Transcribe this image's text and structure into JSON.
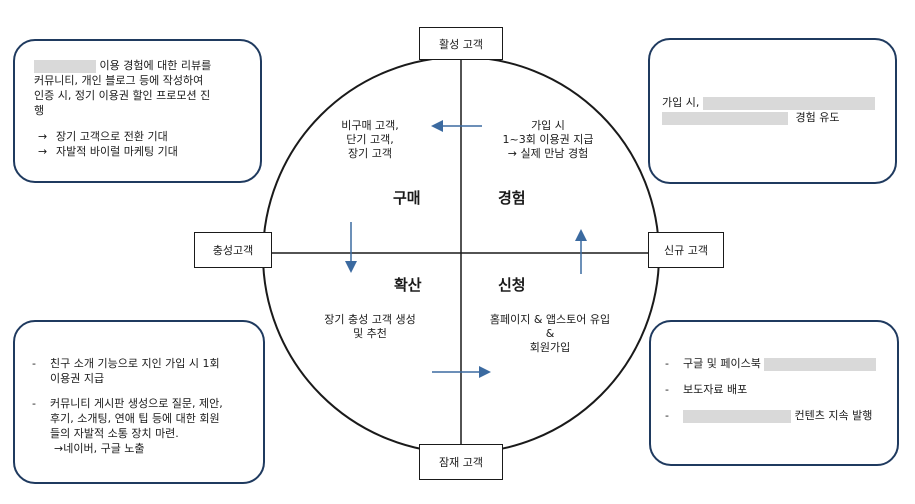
{
  "top_left_box": {
    "line1": "이용 경험에 대한 리뷰를",
    "line2": "커뮤니티, 개인 블로그 등에 작성하여",
    "line3": "인증 시, 정기 이용권 할인 프로모션 진",
    "line4": "행",
    "bullet_marker": "→",
    "bullet1": "장기 고객으로 전환 기대",
    "bullet2": "자발적 바이럴 마케팅 기대"
  },
  "top_right_box": {
    "line1": "가입 시,",
    "line2": "경험 유도"
  },
  "bottom_left_box": {
    "dash": "-",
    "item1_line1": "친구 소개 기능으로 지인 가입 시  1회",
    "item1_line2": "이용권 지급",
    "item2_line1": "커뮤니티 게시판 생성으로 질문, 제안,",
    "item2_line2": "후기, 소개팅, 연애 팁 등에 대한 회원",
    "item2_line3": "들의 자발적 소통 장치 마련.",
    "item2_line4": "→네이버, 구글 노출"
  },
  "bottom_right_box": {
    "dash": "-",
    "item1": "구글 및 페이스북",
    "item2": "보도자료 배포",
    "item3": "컨텐츠 지속 발행"
  },
  "axis_labels": {
    "top": "활성 고객",
    "bottom": "잠재 고객",
    "left": "충성고객",
    "right": "신규 고객"
  },
  "quadrants": {
    "top_left_title": "구매",
    "top_right_title": "경험",
    "bottom_left_title": "확산",
    "bottom_right_title": "신청",
    "top_left_text": [
      "비구매 고객,",
      "단기 고객,",
      "장기 고객"
    ],
    "top_right_text": [
      "가입 시",
      "1~3회 이용권 지급",
      "→ 실제 만남 경험"
    ],
    "bottom_left_text": [
      "장기 충성 고객 생성",
      "및  추천"
    ],
    "bottom_right_text": [
      "홈페이지 & 앱스토어 유입",
      "&",
      "회원가입"
    ]
  },
  "colors": {
    "box_border": "#1f3a5f",
    "arrow": "#3b6aa0",
    "redaction": "#d9d9d9"
  }
}
